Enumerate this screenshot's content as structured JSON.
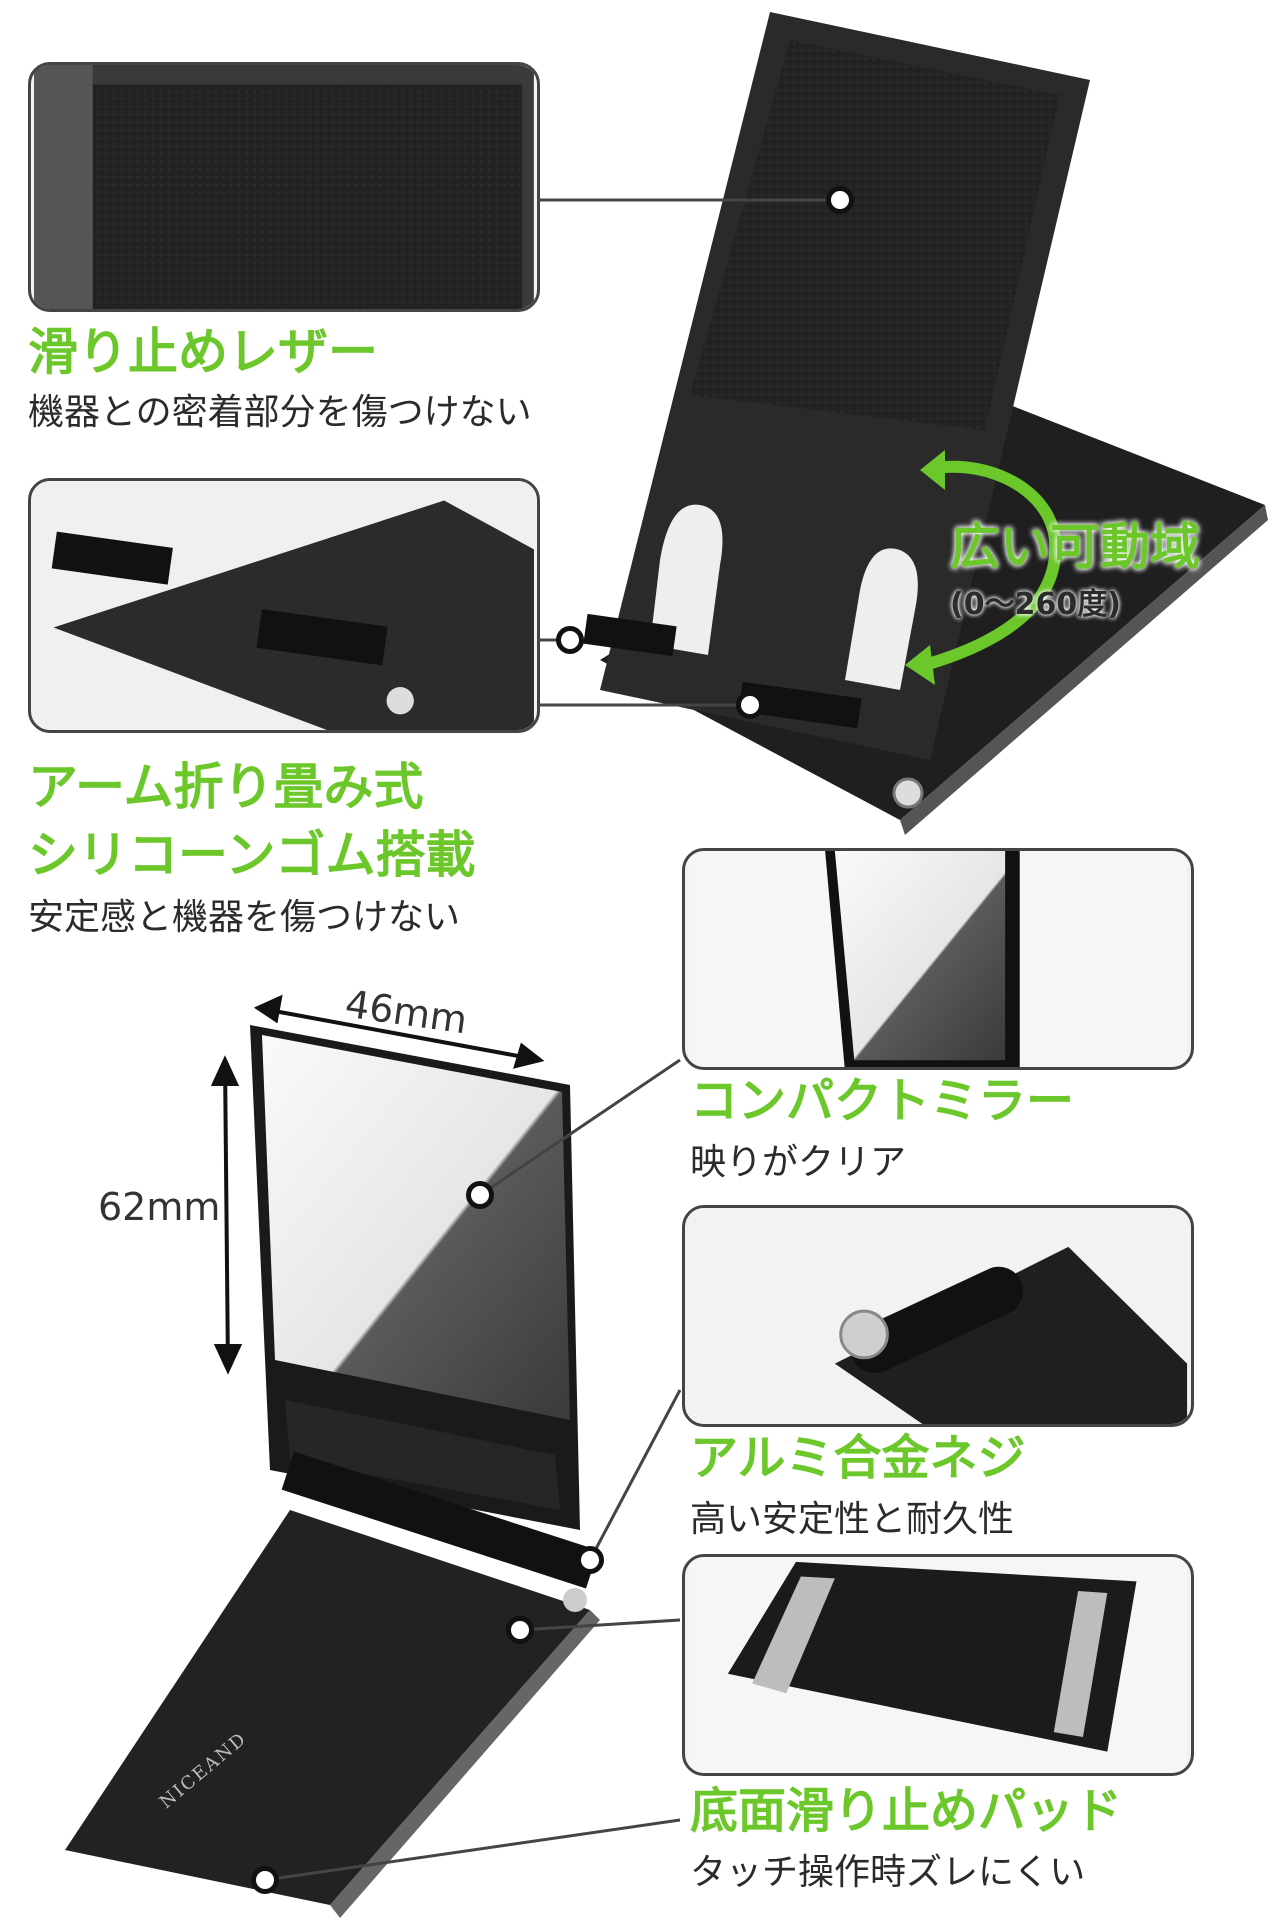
{
  "features": [
    {
      "title": "滑り止めレザー",
      "desc": "機器との密着部分を傷つけない"
    },
    {
      "title_line1": "アーム折り畳み式",
      "title_line2": "シリコーンゴム搭載",
      "desc": "安定感と機器を傷つけない"
    },
    {
      "title": "広い可動域",
      "desc": "(0〜260度)"
    },
    {
      "title": "コンパクトミラー",
      "desc": "映りがクリア"
    },
    {
      "title": "アルミ合金ネジ",
      "desc": "高い安定性と耐久性"
    },
    {
      "title": "底面滑り止めパッド",
      "desc": "タッチ操作時ズレにくい"
    }
  ],
  "dimensions": {
    "width": "46mm",
    "height": "62mm"
  },
  "brand": "NICEAND",
  "colors": {
    "accent": "#6cc72b",
    "product": "#1c1c1c",
    "border": "#444444"
  }
}
